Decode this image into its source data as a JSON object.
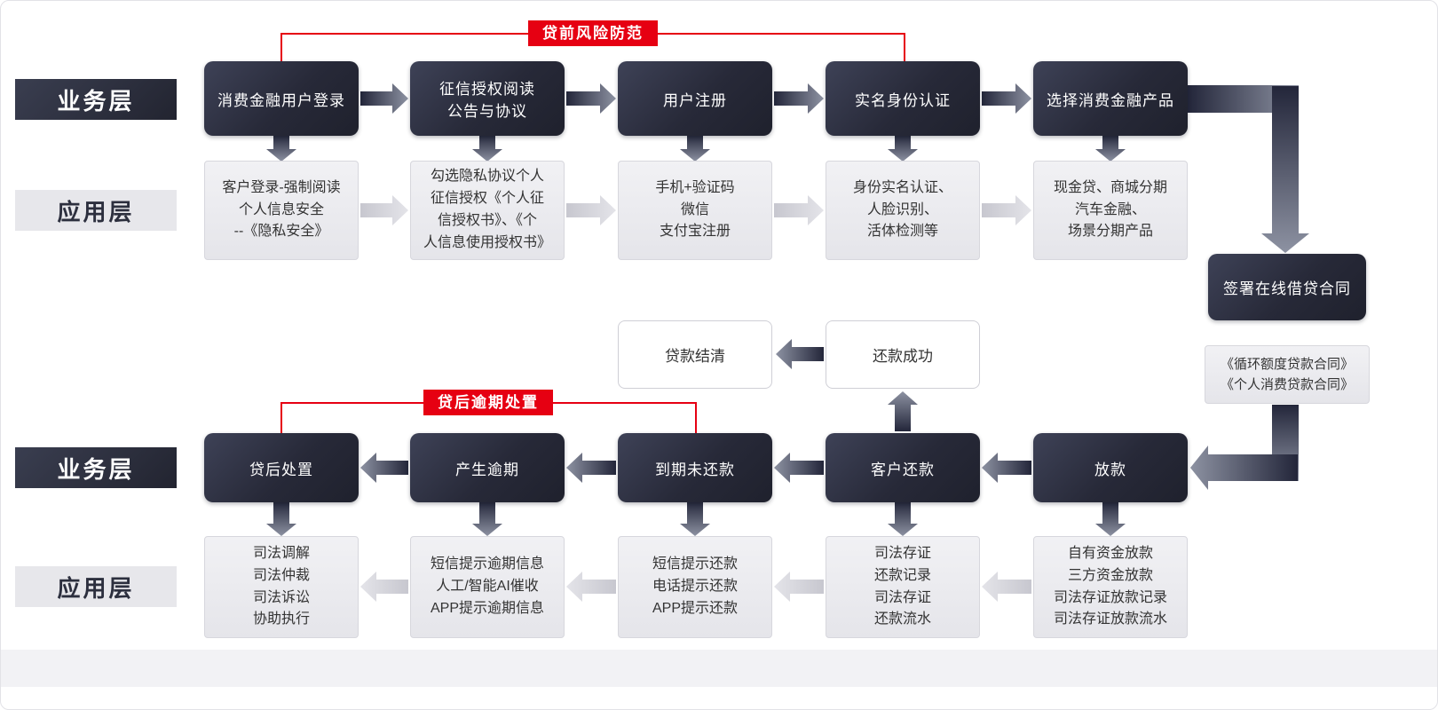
{
  "banners": {
    "pre_loan": "贷前风险防范",
    "post_loan": "贷后逾期处置"
  },
  "row_labels": {
    "business_top": "业务层",
    "application_top": "应用层",
    "business_bottom": "业务层",
    "application_bottom": "应用层"
  },
  "flow_top": {
    "business": [
      "消费金融用户登录",
      "征信授权阅读\n公告与协议",
      "用户注册",
      "实名身份认证",
      "选择消费金融产品"
    ],
    "application": [
      "客户登录-强制阅读\n个人信息安全\n--《隐私安全》",
      "勾选隐私协议个人\n征信授权《个人征\n信授权书》、《个\n人信息使用授权书》",
      "手机+验证码\n微信\n支付宝注册",
      "身份实名认证、\n人脸识别、\n活体检测等",
      "现金贷、商城分期\n汽车金融、\n场景分期产品"
    ]
  },
  "contract": {
    "sign": "签署在线借贷合同",
    "documents": "《循环额度贷款合同》\n《个人消费贷款合同》"
  },
  "repayment": {
    "settled": "贷款结清",
    "success": "还款成功"
  },
  "flow_bottom": {
    "business": [
      "贷后处置",
      "产生逾期",
      "到期未还款",
      "客户还款",
      "放款"
    ],
    "application": [
      "司法调解\n司法仲裁\n司法诉讼\n协助执行",
      "短信提示逾期信息\n人工/智能AI催收\nAPP提示逾期信息",
      "短信提示还款\n电话提示还款\nAPP提示还款",
      "司法存证\n还款记录\n司法存证\n还款流水",
      "自有资金放款\n三方资金放款\n司法存证放款记录\n司法存证放款流水"
    ]
  },
  "colors": {
    "accent_red": "#e60012",
    "node_dark": "#2a2d3c",
    "node_light": "#ebebef"
  }
}
